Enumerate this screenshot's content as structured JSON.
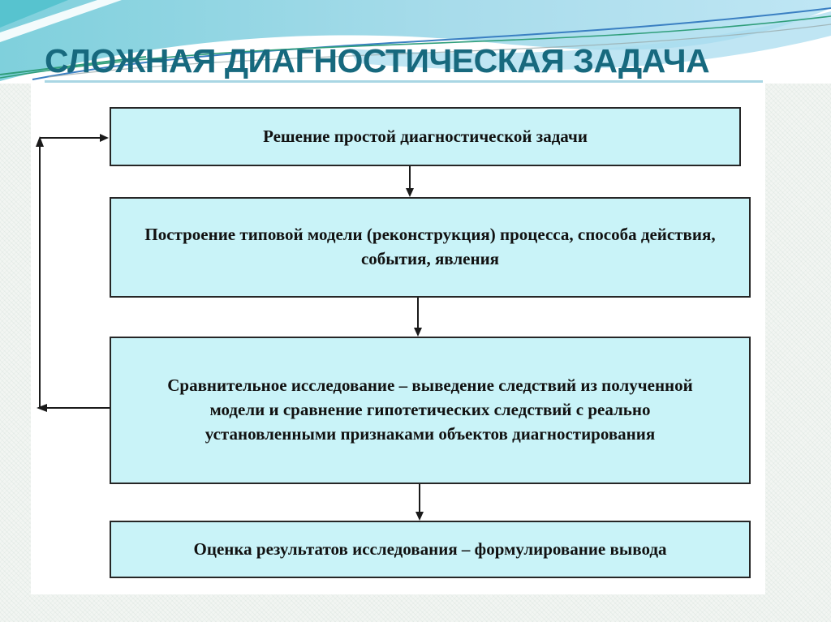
{
  "title": "СЛОЖНАЯ ДИАГНОСТИЧЕСКАЯ ЗАДАЧА",
  "flowchart": {
    "boxes": [
      {
        "id": 1,
        "label": "Решение простой диагностической задачи"
      },
      {
        "id": 2,
        "label": "Построение типовой модели (реконструкция) процесса, способа действия, события, явления"
      },
      {
        "id": 3,
        "label": "Сравнительное исследование – выведение следствий из полученной модели и сравнение гипотетических следствий с реально установленными признаками объектов диагностирования"
      },
      {
        "id": 4,
        "label": "Оценка результатов исследования – формулирование вывода"
      }
    ],
    "connections": [
      "step-1 to step-2",
      "step-2 to step-3",
      "step-3 to step-4",
      "feedback loop: step-3 back to step-1"
    ]
  },
  "colors": {
    "title_text": "#17697e",
    "title_underline": "#a9d6e4",
    "box_fill": "#c9f3f8",
    "box_border": "#262626",
    "connector": "#1a1a1a",
    "header_teal": "#8fd5e0",
    "header_light_blue": "#bce4f2",
    "wave_line_blue": "#3a7fc2",
    "wave_line_green": "#2f9e7a"
  }
}
